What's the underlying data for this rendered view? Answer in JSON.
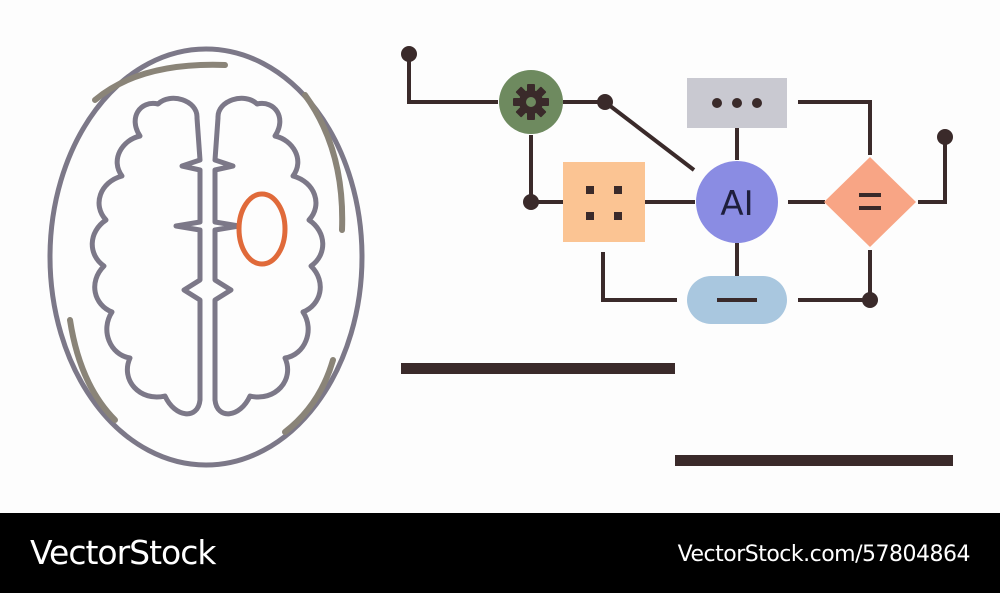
{
  "diagram": {
    "center_label": "AI"
  },
  "footer": {
    "brand": "VectorStock",
    "stock_id": "VectorStock.com/57804864"
  },
  "colors": {
    "gear_node": "#6e8a5f",
    "ai_node": "#8a8ce3",
    "grid_node": "#fbc493",
    "diamond_node": "#f8a585",
    "dots_node": "#c9c9d1",
    "dash_node": "#a9c7df",
    "connector": "#3a2a2a",
    "brain_outline": "#7c7888",
    "highlight_ring": "#e06a3a",
    "footer_bg": "#000000"
  },
  "icons": [
    "brain-icon",
    "gear-icon",
    "ellipsis-icon",
    "grid-dots-icon",
    "equals-icon",
    "minus-icon"
  ]
}
